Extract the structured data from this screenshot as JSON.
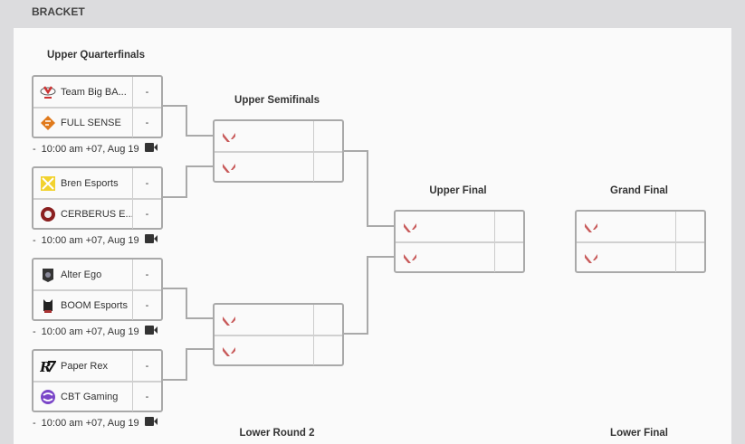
{
  "header": {
    "title": "BRACKET"
  },
  "rounds": {
    "uqf": "Upper Quarterfinals",
    "usf": "Upper Semifinals",
    "uf": "Upper Final",
    "gf": "Grand Final",
    "lr2": "Lower Round 2",
    "lf": "Lower Final"
  },
  "qf": [
    {
      "teams": [
        {
          "name": "Team Big BA...",
          "score": "-",
          "logo": "team-big-bang-logo"
        },
        {
          "name": "FULL SENSE",
          "score": "-",
          "logo": "full-sense-logo"
        }
      ],
      "time": "10:00 am +07, Aug 19",
      "prefix": "-"
    },
    {
      "teams": [
        {
          "name": "Bren Esports",
          "score": "-",
          "logo": "bren-esports-logo"
        },
        {
          "name": "CERBERUS E...",
          "score": "-",
          "logo": "cerberus-logo"
        }
      ],
      "time": "10:00 am +07, Aug 19",
      "prefix": "-"
    },
    {
      "teams": [
        {
          "name": "Alter Ego",
          "score": "-",
          "logo": "alter-ego-logo"
        },
        {
          "name": "BOOM Esports",
          "score": "-",
          "logo": "boom-esports-logo"
        }
      ],
      "time": "10:00 am +07, Aug 19",
      "prefix": "-"
    },
    {
      "teams": [
        {
          "name": "Paper Rex",
          "score": "-",
          "logo": "paper-rex-logo"
        },
        {
          "name": "CBT Gaming",
          "score": "-",
          "logo": "cbt-gaming-logo"
        }
      ],
      "time": "10:00 am +07, Aug 19",
      "prefix": "-"
    }
  ],
  "colors": {
    "tbd_logo": "#c85a5a",
    "line": "#a9a9a9",
    "accent_cam": "#e0a040"
  }
}
